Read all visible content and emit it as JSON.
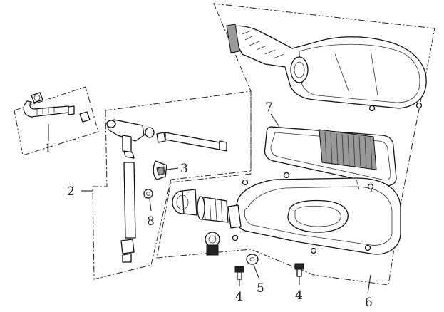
{
  "diagram": {
    "callouts": [
      {
        "id": "1",
        "label": "1"
      },
      {
        "id": "2",
        "label": "2"
      },
      {
        "id": "3",
        "label": "3"
      },
      {
        "id": "8",
        "label": "8"
      },
      {
        "id": "7",
        "label": "7"
      },
      {
        "id": "4a",
        "label": "4"
      },
      {
        "id": "5",
        "label": "5"
      },
      {
        "id": "4b",
        "label": "4"
      },
      {
        "id": "6",
        "label": "6"
      }
    ],
    "line_color": "#222222",
    "shade_color": "#9a9a9a"
  }
}
